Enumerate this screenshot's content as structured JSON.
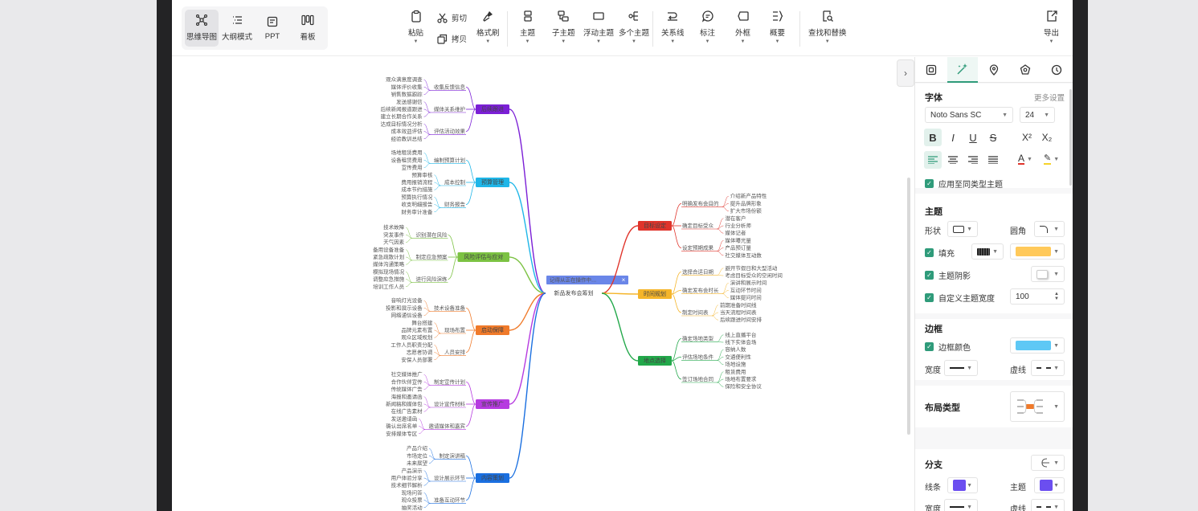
{
  "toolbar": {
    "views": [
      {
        "label": "思维导图",
        "icon": "mindmap-icon"
      },
      {
        "label": "大纲模式",
        "icon": "outline-icon"
      },
      {
        "label": "PPT",
        "icon": "ppt-icon"
      },
      {
        "label": "看板",
        "icon": "kanban-icon"
      }
    ],
    "paste": "粘贴",
    "cut": "剪切",
    "copy": "拷贝",
    "format_brush": "格式刷",
    "topic": "主题",
    "subtopic": "子主题",
    "floating_topic": "浮动主题",
    "multi_topic": "多个主题",
    "relation": "关系线",
    "note": "标注",
    "outer_frame": "外框",
    "summary": "概要",
    "find_replace": "查找和替换",
    "export": "导出"
  },
  "mindmap": {
    "root": "新品发布会筹划",
    "edit_hint": "记得从正在操作中...",
    "left_branches": [
      {
        "title": "后续跟进",
        "color": "#7b1fd6",
        "subs": [
          {
            "label": "收集反馈信息",
            "leaves": [
              "观众满意度调查",
              "媒体评价收集",
              "销售数据跟踪"
            ]
          },
          {
            "label": "媒体关系维护",
            "leaves": [
              "发送感谢信",
              "后续新闻报道跟进",
              "建立长期合作关系"
            ]
          },
          {
            "label": "评估活动效果",
            "leaves": [
              "达成目标情况分析",
              "成本效益评估",
              "经验教训总结"
            ]
          }
        ]
      },
      {
        "title": "预算管理",
        "color": "#1fb6e8",
        "subs": [
          {
            "label": "编制预算计划",
            "leaves": [
              "场地租赁费用",
              "设备租赁费用",
              "宣传费用"
            ]
          },
          {
            "label": "成本控制",
            "leaves": [
              "预算审核",
              "费用报销流程",
              "成本节约措施"
            ]
          },
          {
            "label": "财务报告",
            "leaves": [
              "预算执行情况",
              "收支明细报告",
              "财务审计准备"
            ]
          }
        ]
      },
      {
        "title": "风险评估与应对",
        "color": "#7cc243",
        "subs": [
          {
            "label": "识别潜在风险",
            "leaves": [
              "技术故障",
              "突发事件",
              "天气因素"
            ]
          },
          {
            "label": "制定应急预案",
            "leaves": [
              "备用设备准备",
              "紧急疏散计划",
              "媒体沟通策略"
            ]
          },
          {
            "label": "进行风险演练",
            "leaves": [
              "模拟现场情况",
              "调整应急措施",
              "培训工作人员"
            ]
          }
        ]
      },
      {
        "title": "启动保障",
        "color": "#f07a2a",
        "subs": [
          {
            "label": "技术设备准备",
            "leaves": [
              "音响灯光设备",
              "投影和展示设备",
              "网络通信设备"
            ]
          },
          {
            "label": "现场布置",
            "leaves": [
              "舞台搭建",
              "品牌元素布置",
              "观众区域规划"
            ]
          },
          {
            "label": "人员安排",
            "leaves": [
              "工作人员职责分配",
              "志愿者协调",
              "安保人员部署"
            ]
          }
        ]
      },
      {
        "title": "宣传推广",
        "color": "#b63be0",
        "subs": [
          {
            "label": "制定宣传计划",
            "leaves": [
              "社交媒体推广",
              "合作伙伴宣传",
              "传统媒体广告"
            ]
          },
          {
            "label": "设计宣传材料",
            "leaves": [
              "海报和邀请函",
              "新闻稿和媒体包",
              "在线广告素材"
            ]
          },
          {
            "label": "邀请媒体和嘉宾",
            "leaves": [
              "发送邀请函",
              "确认出席名单",
              "安排媒体专区"
            ]
          }
        ]
      },
      {
        "title": "内容策划",
        "color": "#1a6fe0",
        "subs": [
          {
            "label": "制定演讲稿",
            "leaves": [
              "产品介绍",
              "市场定位",
              "未来展望"
            ]
          },
          {
            "label": "设计展示环节",
            "leaves": [
              "产品演示",
              "用户体验分享",
              "技术细节解析"
            ]
          },
          {
            "label": "准备互动环节",
            "leaves": [
              "现场问答",
              "观众投票",
              "抽奖活动"
            ]
          }
        ]
      }
    ],
    "right_branches": [
      {
        "title": "目标设定",
        "color": "#e0342b",
        "subs": [
          {
            "label": "明确发布会目的",
            "leaves": [
              "介绍新产品特性",
              "提升品牌形象",
              "扩大市场份额"
            ]
          },
          {
            "label": "确定目标受众",
            "leaves": [
              "潜在客户",
              "行业分析师",
              "媒体记者"
            ]
          },
          {
            "label": "设定预期成果",
            "leaves": [
              "媒体曝光量",
              "产品预订量",
              "社交媒体互动数"
            ]
          }
        ]
      },
      {
        "title": "时间规划",
        "color": "#f5b52a",
        "subs": [
          {
            "label": "选择合适日期",
            "leaves": [
              "避开节假日和大型活动",
              "考虑目标受众的空闲时间"
            ]
          },
          {
            "label": "确定发布会时长",
            "leaves": [
              "演讲和展示时间",
              "互动环节时间",
              "媒体提问时间"
            ]
          },
          {
            "label": "制定时间表",
            "leaves": [
              "前期准备时间线",
              "当天流程时间表",
              "后续跟进时间安排"
            ]
          }
        ]
      },
      {
        "title": "地点选择",
        "color": "#22a84a",
        "subs": [
          {
            "label": "确定场地类型",
            "leaves": [
              "线上直播平台",
              "线下实体会场"
            ]
          },
          {
            "label": "评估场地条件",
            "leaves": [
              "容纳人数",
              "交通便利性",
              "场地设施"
            ]
          },
          {
            "label": "签订场地合同",
            "leaves": [
              "租赁费用",
              "场地布置要求",
              "保险和安全协议"
            ]
          }
        ]
      }
    ]
  },
  "panel": {
    "tabs": [
      "style-icon",
      "magic-icon",
      "marker-icon",
      "badge-icon",
      "clock-icon"
    ],
    "font": {
      "title": "字体",
      "more": "更多设置",
      "family": "Noto Sans SC",
      "size": "24",
      "apply_same": "应用至同类型主题"
    },
    "topic": {
      "title": "主题",
      "shape": "形状",
      "corner": "圆角",
      "fill": "填充",
      "fill_color": "#ffc95a",
      "shadow": "主题阴影",
      "custom_width": "自定义主题宽度",
      "width_value": "100"
    },
    "border": {
      "title": "边框",
      "color_label": "边框颜色",
      "color": "#5ec8f5",
      "width": "宽度",
      "dash": "虚线"
    },
    "layout": {
      "title": "布局类型"
    },
    "branch": {
      "title": "分支",
      "line_color_label": "线条",
      "line_color": "#6b4ef0",
      "topic_label": "主题",
      "topic_color": "#6b4ef0",
      "width": "宽度",
      "dash": "虚线"
    }
  }
}
